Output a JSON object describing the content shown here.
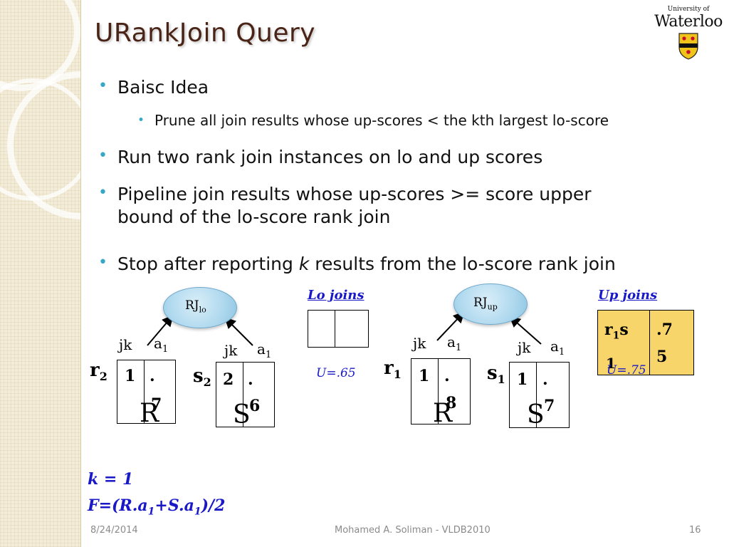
{
  "title": "URankJoin Query",
  "logo": {
    "small": "University of",
    "large": "Waterloo"
  },
  "bullets": {
    "b1": "Baisc Idea",
    "b1_sub": "Prune all join results whose up-scores < the kth largest lo-score",
    "b2": "Run two rank join instances on lo and up scores",
    "b3_line1": "Pipeline join results whose up-scores >= score upper",
    "b3_line2": "bound of the lo-score rank join",
    "b4_pre": "Stop after reporting ",
    "b4_k": "k",
    "b4_post": " results from the lo-score rank join"
  },
  "diagram": {
    "left": {
      "rj_main": "RJ",
      "rj_sub": "lo",
      "r_jk": "jk",
      "r_a": "a",
      "r_a_sub": "1",
      "r_row_main": "r",
      "r_row_sub": "2",
      "r_jk_val": "1",
      "r_a_val_top": ".",
      "r_a_val_bot": "7",
      "r_name": "R",
      "s_jk": "jk",
      "s_a": "a",
      "s_a_sub": "1",
      "s_row_main": "s",
      "s_row_sub": "2",
      "s_jk_val": "2",
      "s_a_val_top": ".",
      "s_a_val_bot": "6",
      "s_name": "S"
    },
    "lo_joins": {
      "label": "Lo joins",
      "u": "U=.65"
    },
    "right": {
      "rj_main": "RJ",
      "rj_sub": "up",
      "r_jk": "jk",
      "r_a": "a",
      "r_a_sub": "1",
      "r_row_main": "r",
      "r_row_sub": "1",
      "r_jk_val": "1",
      "r_a_val_top": ".",
      "r_a_val_bot": "8",
      "r_name": "R",
      "s_jk": "jk",
      "s_a": "a",
      "s_a_sub": "1",
      "s_row_main": "s",
      "s_row_sub": "1",
      "s_jk_val": "1",
      "s_a_val_top": ".",
      "s_a_val_bot": "7",
      "s_name": "S"
    },
    "up_joins": {
      "label": "Up joins",
      "cell1_a": "r",
      "cell1_a_sub": "1",
      "cell1_b": "s",
      "cell1_b2": "1",
      "cell2_top": ".7",
      "cell2_bot": "5",
      "u": "U=.75"
    }
  },
  "formula": {
    "k_line": "k = 1",
    "f_pre": "F=(R.a",
    "f_sub1": "1",
    "f_mid": "+S.a",
    "f_sub2": "1",
    "f_post": ")/2"
  },
  "footer": {
    "date": "8/24/2014",
    "author": "Mohamed A. Soliman - VLDB2010",
    "page": "16"
  },
  "colors": {
    "title": "#4a2416",
    "bullet": "#36a8c5",
    "blue_text": "#1919c8",
    "up_fill": "#f7d56a"
  }
}
